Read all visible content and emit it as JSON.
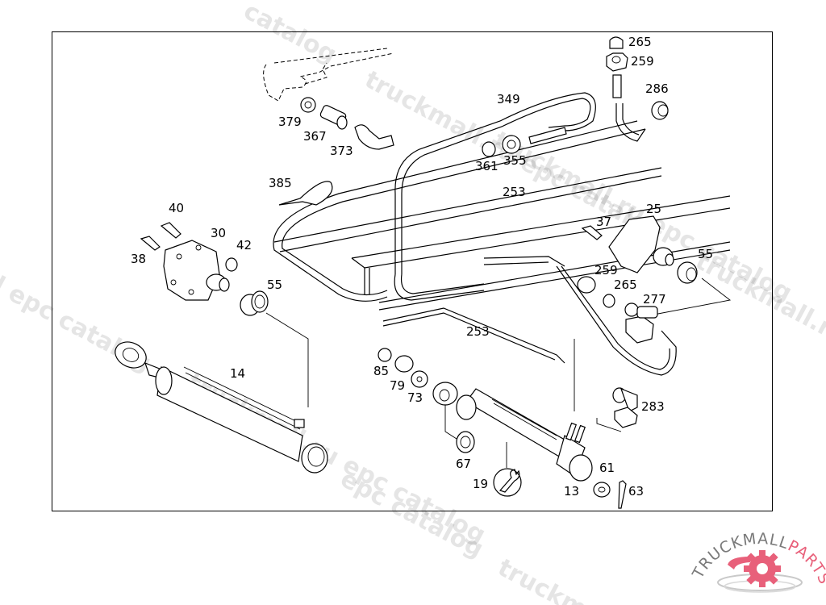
{
  "diagram": {
    "type": "exploded parts diagram",
    "part_labels": [
      {
        "id": "265a",
        "text": "265"
      },
      {
        "id": "259a",
        "text": "259"
      },
      {
        "id": "286",
        "text": "286"
      },
      {
        "id": "349",
        "text": "349"
      },
      {
        "id": "379",
        "text": "379"
      },
      {
        "id": "367",
        "text": "367"
      },
      {
        "id": "373",
        "text": "373"
      },
      {
        "id": "361",
        "text": "361"
      },
      {
        "id": "355",
        "text": "355"
      },
      {
        "id": "253a",
        "text": "253"
      },
      {
        "id": "385",
        "text": "385"
      },
      {
        "id": "40",
        "text": "40"
      },
      {
        "id": "30",
        "text": "30"
      },
      {
        "id": "42",
        "text": "42"
      },
      {
        "id": "38",
        "text": "38"
      },
      {
        "id": "55a",
        "text": "55"
      },
      {
        "id": "25",
        "text": "25"
      },
      {
        "id": "37",
        "text": "37"
      },
      {
        "id": "55b",
        "text": "55"
      },
      {
        "id": "259b",
        "text": "259"
      },
      {
        "id": "265b",
        "text": "265"
      },
      {
        "id": "277",
        "text": "277"
      },
      {
        "id": "253b",
        "text": "253"
      },
      {
        "id": "14",
        "text": "14"
      },
      {
        "id": "85",
        "text": "85"
      },
      {
        "id": "79",
        "text": "79"
      },
      {
        "id": "73",
        "text": "73"
      },
      {
        "id": "283",
        "text": "283"
      },
      {
        "id": "67",
        "text": "67"
      },
      {
        "id": "61",
        "text": "61"
      },
      {
        "id": "19",
        "text": "19"
      },
      {
        "id": "13",
        "text": "13"
      },
      {
        "id": "63",
        "text": "63"
      }
    ]
  },
  "watermarks": [
    "catalog",
    "truckmall.ru epc catalog",
    "truckmall.ru epc catalog",
    "truckmall.ru e",
    "l epc catalog",
    "truckmall.ru epc catalog",
    "epc catalog",
    "truckm"
  ],
  "logo": {
    "text_dark": "TRUCKMALL",
    "text_accent": "PARTS",
    "accent_color": "#e8607a",
    "dark_color": "#7a7a7a"
  }
}
